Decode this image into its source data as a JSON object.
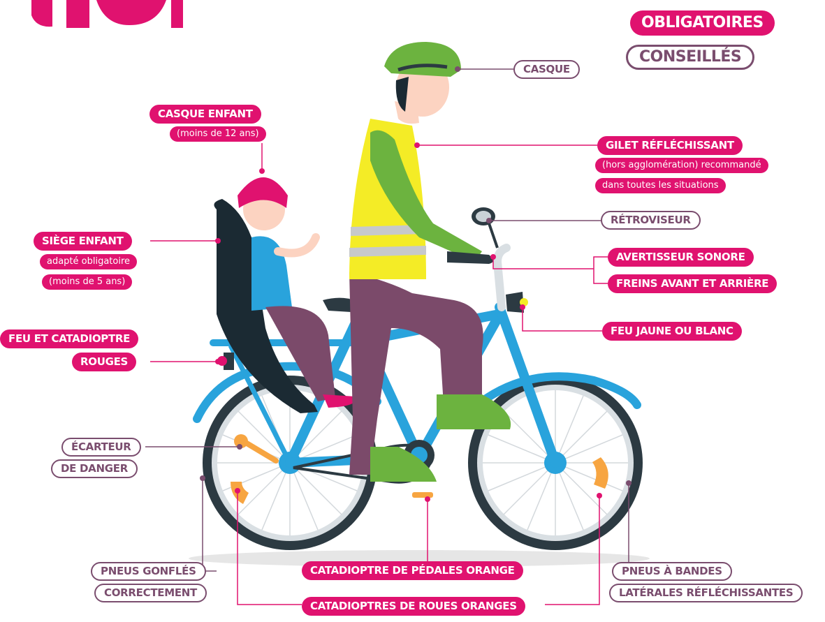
{
  "legend": {
    "mandatory": "OBLIGATOIRES",
    "recommended": "CONSEILLÉS"
  },
  "labels": {
    "casque": "CASQUE",
    "casque_enfant": "CASQUE ENFANT",
    "casque_enfant_note": "(moins de 12 ans)",
    "gilet": "GILET RÉFLÉCHISSANT",
    "gilet_note_1": "(hors agglomération) recommandé",
    "gilet_note_2": "dans toutes les situations",
    "retroviseur": "RÉTROVISEUR",
    "siege": "SIÈGE ENFANT",
    "siege_note_1": "adapté obligatoire",
    "siege_note_2": "(moins de 5 ans)",
    "avertisseur": "AVERTISSEUR SONORE",
    "freins": "FREINS AVANT ET ARRIÈRE",
    "feu_rouge_1": "FEU ET CATADIOPTRE",
    "feu_rouge_2": "ROUGES",
    "feu_avant": "FEU JAUNE OU BLANC",
    "ecarteur_1": "ÉCARTEUR",
    "ecarteur_2": "DE DANGER",
    "pneus_gonfles_1": "PNEUS GONFLÉS",
    "pneus_gonfles_2": "CORRECTEMENT",
    "cata_pedales": "CATADIOPTRE DE PÉDALES ORANGE",
    "cata_roues": "CATADIOPTRES DE ROUES ORANGES",
    "pneus_bandes_1": "PNEUS À BANDES",
    "pneus_bandes_2": "LATÉRALES RÉFLÉCHISSANTES"
  },
  "colors": {
    "mandatory": "#e0126f",
    "recommended": "#7a4d6e",
    "frame": "#29a3dc",
    "vest": "#f4ec26",
    "sleeve": "#6cb33f",
    "pants": "#7b4a6a",
    "helmet_adult": "#6cb33f",
    "helmet_child": "#e0126f",
    "seat": "#1b2a33",
    "reflector": "#f7a541"
  }
}
